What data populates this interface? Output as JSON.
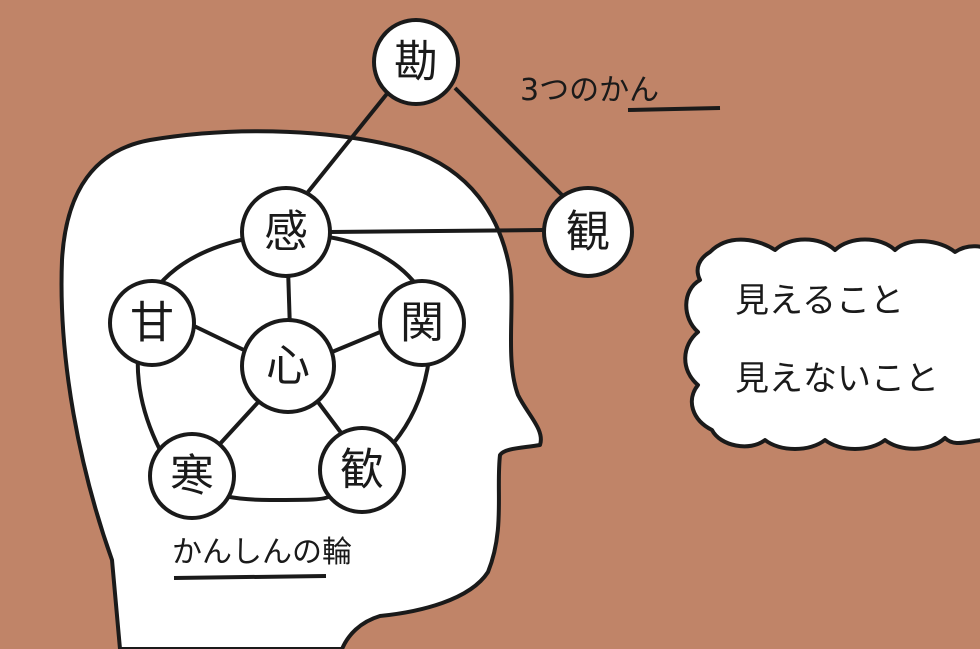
{
  "colors": {
    "background": "#c08468",
    "paper": "#ffffff",
    "ink": "#1a1a1a"
  },
  "triangle": {
    "label": "3つのかん",
    "nodes": {
      "top": "勘",
      "left": "感",
      "right": "観"
    }
  },
  "wheel": {
    "label": "かんしんの輪",
    "center": "心",
    "nodes": {
      "top": "感",
      "upper_left": "甘",
      "upper_right": "関",
      "lower_left": "寒",
      "lower_right": "歓"
    }
  },
  "bubble": {
    "line1": "見えること",
    "line2": "見えないこと"
  }
}
